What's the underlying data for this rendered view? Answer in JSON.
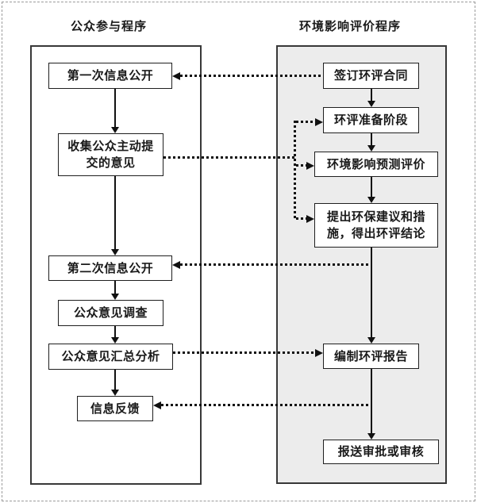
{
  "columns": {
    "left": {
      "title": "公众参与程序",
      "boxes": [
        "第一次信息公开",
        "收集公众主动提\n交的意见",
        "第二次信息公开",
        "公众意见调查",
        "公众意见汇总分析",
        "信息反馈"
      ]
    },
    "right": {
      "title": "环境影响评价程序",
      "boxes": [
        "签订环评合同",
        "环评准备阶段",
        "环境影响预测评价",
        "提出环保建议和措\n施，得出环评结论",
        "编制环评报告",
        "报送审批或审核"
      ]
    }
  },
  "colors": {
    "line": "#111111",
    "panel_fill": "#ececec",
    "panel_border": "#383838",
    "box_border": "#1f1f1f",
    "box_fill": "#ffffff",
    "text": "#1a1a1a",
    "page_border": "#9a9a9a",
    "background": "#ffffff"
  }
}
